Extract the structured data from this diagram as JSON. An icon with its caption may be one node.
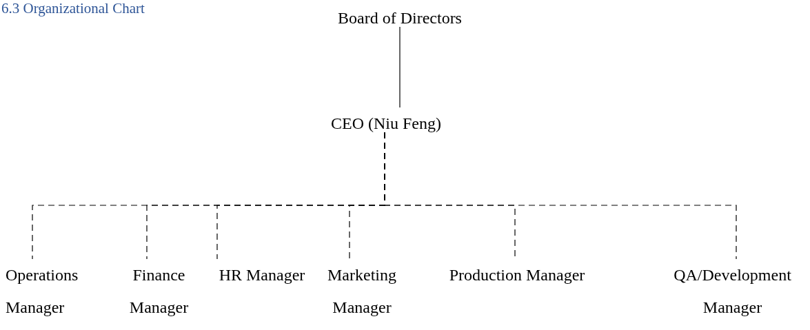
{
  "diagram": {
    "title": "6.3 Organizational Chart",
    "nodes": [
      {
        "text": [
          "Board of Directors"
        ]
      },
      {
        "text": [
          "CEO (Niu Feng)"
        ]
      },
      {
        "text": [
          "Operations Manager"
        ]
      },
      {
        "text": [
          "Finance Manager"
        ]
      },
      {
        "text": [
          "HR Manager"
        ]
      },
      {
        "text": [
          "Marketing Manager"
        ]
      },
      {
        "text": [
          "Production Manager"
        ]
      },
      {
        "text": [
          "QA/Development Manager"
        ]
      }
    ],
    "edges": [
      {
        "from": 0,
        "to": 1,
        "arrow": "none"
      },
      {
        "from": 1,
        "to": 2,
        "arrow": "none",
        "style": "dashed"
      },
      {
        "from": 1,
        "to": 3,
        "arrow": "none",
        "style": "dashed"
      },
      {
        "from": 1,
        "to": 4,
        "arrow": "none",
        "style": "dashed"
      },
      {
        "from": 1,
        "to": 5,
        "arrow": "none",
        "style": "dashed"
      },
      {
        "from": 1,
        "to": 6,
        "arrow": "none",
        "style": "dashed"
      },
      {
        "from": 1,
        "to": 7,
        "arrow": "none",
        "style": "dashed"
      }
    ]
  }
}
